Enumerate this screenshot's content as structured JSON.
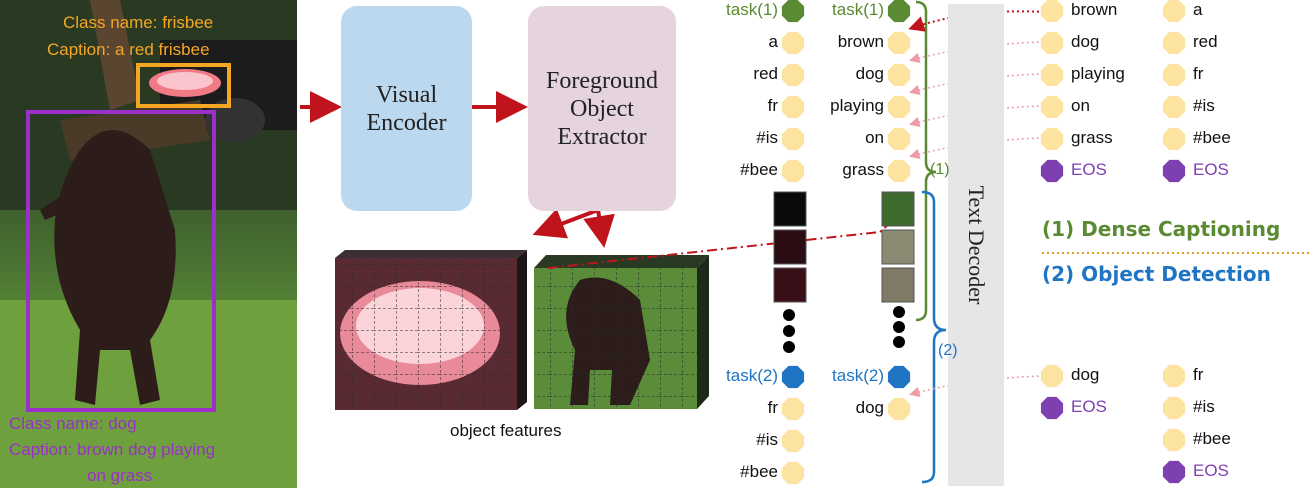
{
  "photo": {
    "frisbee_class": "Class name: frisbee",
    "frisbee_caption": "Caption: a red frisbee",
    "dog_class": "Class name: dog",
    "dog_caption_line1": "Caption: brown dog playing",
    "dog_caption_line2": "on grass"
  },
  "modules": {
    "visual_encoder_line1": "Visual",
    "visual_encoder_line2": "Encoder",
    "extractor_line1": "Foreground",
    "extractor_line2": "Object",
    "extractor_line3": "Extractor",
    "text_decoder": "Text Decoder"
  },
  "object_features_label": "object features",
  "task_labels": {
    "dense_captioning": "(1) Dense Captioning",
    "object_detection": "(2) Object Detection",
    "marker1": "(1)",
    "marker2": "(2)"
  },
  "colors": {
    "task1": "#5a8a32",
    "task2": "#1f75c4",
    "token": "#fde3a0",
    "eos": "#7e3fb0",
    "arrow": "#c0141c"
  },
  "columns": {
    "input_dense_frisbee": [
      "task(1)",
      "a",
      "red",
      "fr",
      "#is",
      "#bee"
    ],
    "input_dense_dog": [
      "task(1)",
      "brown",
      "dog",
      "playing",
      "on",
      "grass"
    ],
    "input_det_frisbee": [
      "task(2)",
      "fr",
      "#is",
      "#bee"
    ],
    "input_det_dog": [
      "task(2)",
      "dog"
    ],
    "output_dense_dog": [
      "brown",
      "dog",
      "playing",
      "on",
      "grass",
      "EOS"
    ],
    "output_dense_frisbee": [
      "a",
      "red",
      "fr",
      "#is",
      "#bee",
      "EOS"
    ],
    "output_det_dog": [
      "dog",
      "EOS"
    ],
    "output_det_frisbee": [
      "fr",
      "#is",
      "#bee",
      "EOS"
    ]
  }
}
